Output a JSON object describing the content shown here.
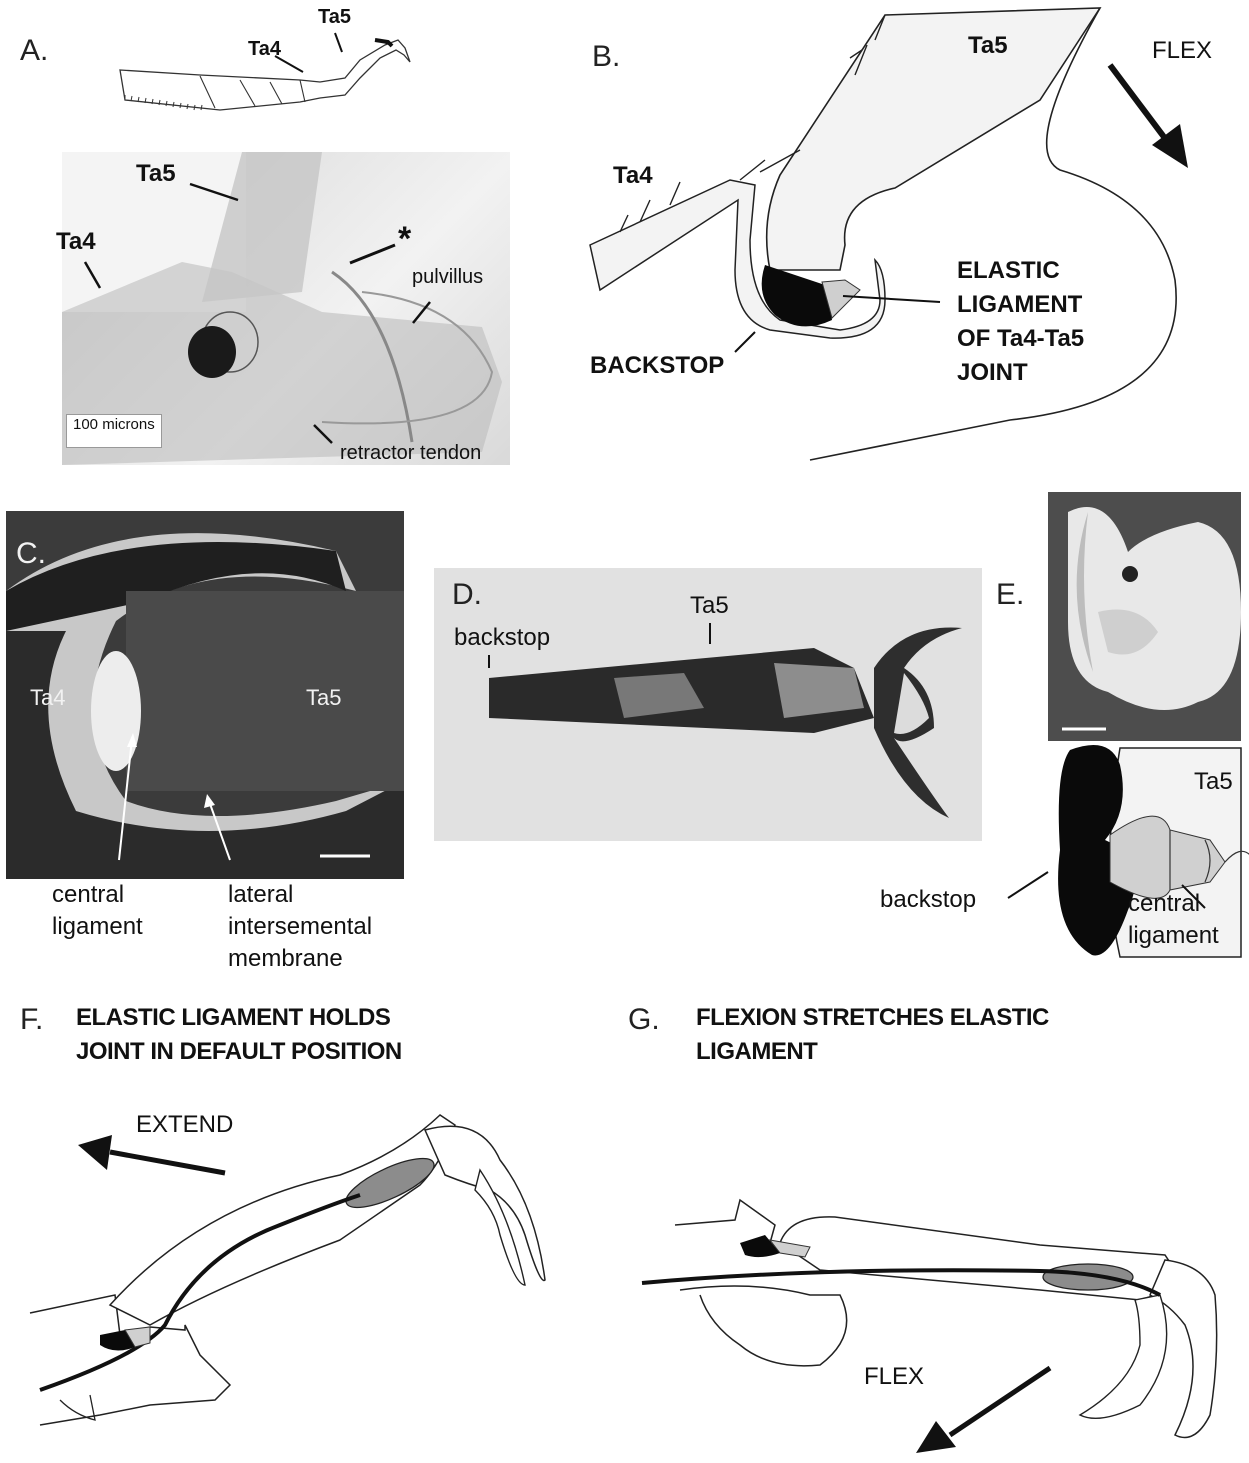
{
  "panelA": {
    "letter": "A.",
    "sketch_labels": {
      "ta4": "Ta4",
      "ta5": "Ta5"
    },
    "photo_labels": {
      "ta5": "Ta5",
      "ta4": "Ta4",
      "asterisk": "*",
      "pulvillus": "pulvillus",
      "scale": "100 microns",
      "tendon": "retractor tendon"
    }
  },
  "panelB": {
    "letter": "B.",
    "ta5": "Ta5",
    "ta4": "Ta4",
    "flex": "FLEX",
    "ligament_lines": [
      "ELASTIC",
      "LIGAMENT",
      "OF Ta4-Ta5",
      "JOINT"
    ],
    "backstop": "BACKSTOP"
  },
  "panelC": {
    "letter": "C.",
    "ta4": "Ta4",
    "ta5": "Ta5",
    "central": [
      "central",
      "ligament"
    ],
    "lateral": [
      "lateral",
      "intersemental",
      "membrane"
    ]
  },
  "panelD": {
    "letter": "D.",
    "backstop": "backstop",
    "ta5": "Ta5"
  },
  "panelE": {
    "letter": "E.",
    "ta5": "Ta5",
    "backstop": "backstop",
    "central": [
      "central",
      "ligament"
    ]
  },
  "panelF": {
    "letter": "F.",
    "heading": [
      "ELASTIC LIGAMENT HOLDS",
      "JOINT IN DEFAULT POSITION"
    ],
    "extend": "EXTEND"
  },
  "panelG": {
    "letter": "G.",
    "heading": [
      "FLEXION STRETCHES ELASTIC",
      "LIGAMENT"
    ],
    "flex": "FLEX"
  },
  "colors": {
    "ink": "#111111",
    "ligament_gray": "#cfcfcf",
    "tendon_sac": "#8c8c8c",
    "photo_dark": "#3a3a3a"
  }
}
